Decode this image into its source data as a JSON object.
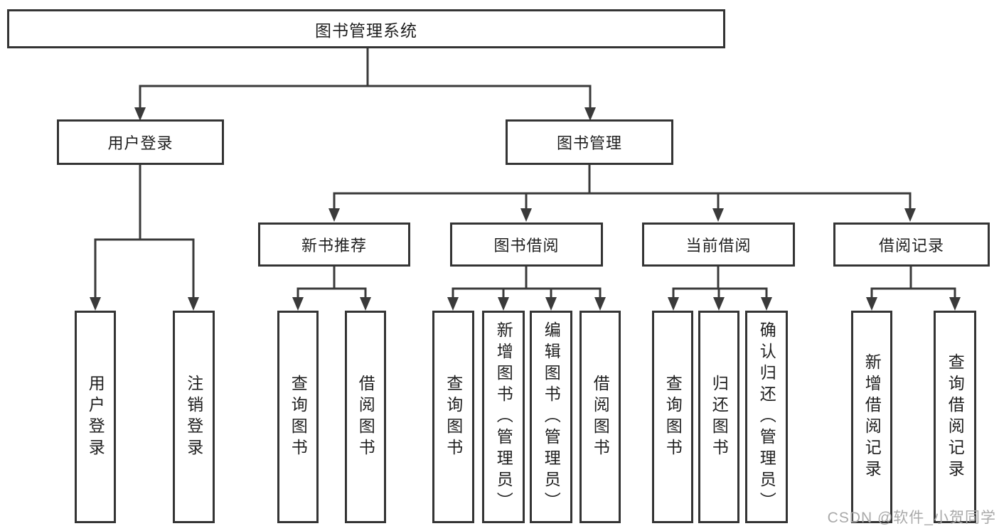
{
  "colors": {
    "line": "#3a3a3a",
    "box_border": "#343434",
    "text": "#1f1f1f",
    "background": "#ffffff",
    "watermark_text": "#a9a9a9"
  },
  "watermark": {
    "text": "CSDN @软件_小贺同学"
  },
  "tree": {
    "label": "图书管理系统",
    "children": [
      {
        "label": "用户登录",
        "children": [
          {
            "label": "用户登录"
          },
          {
            "label": "注销登录"
          }
        ]
      },
      {
        "label": "图书管理",
        "children": [
          {
            "label": "新书推荐",
            "children": [
              {
                "label": "查询图书"
              },
              {
                "label": "借阅图书"
              }
            ]
          },
          {
            "label": "图书借阅",
            "children": [
              {
                "label": "查询图书"
              },
              {
                "label": "新增图书（管理员）"
              },
              {
                "label": "编辑图书（管理员）"
              },
              {
                "label": "借阅图书"
              }
            ]
          },
          {
            "label": "当前借阅",
            "children": [
              {
                "label": "查询图书"
              },
              {
                "label": "归还图书"
              },
              {
                "label": "确认归还（管理员）"
              }
            ]
          },
          {
            "label": "借阅记录",
            "children": [
              {
                "label": "新增借阅记录"
              },
              {
                "label": "查询借阅记录"
              }
            ]
          }
        ]
      }
    ]
  }
}
